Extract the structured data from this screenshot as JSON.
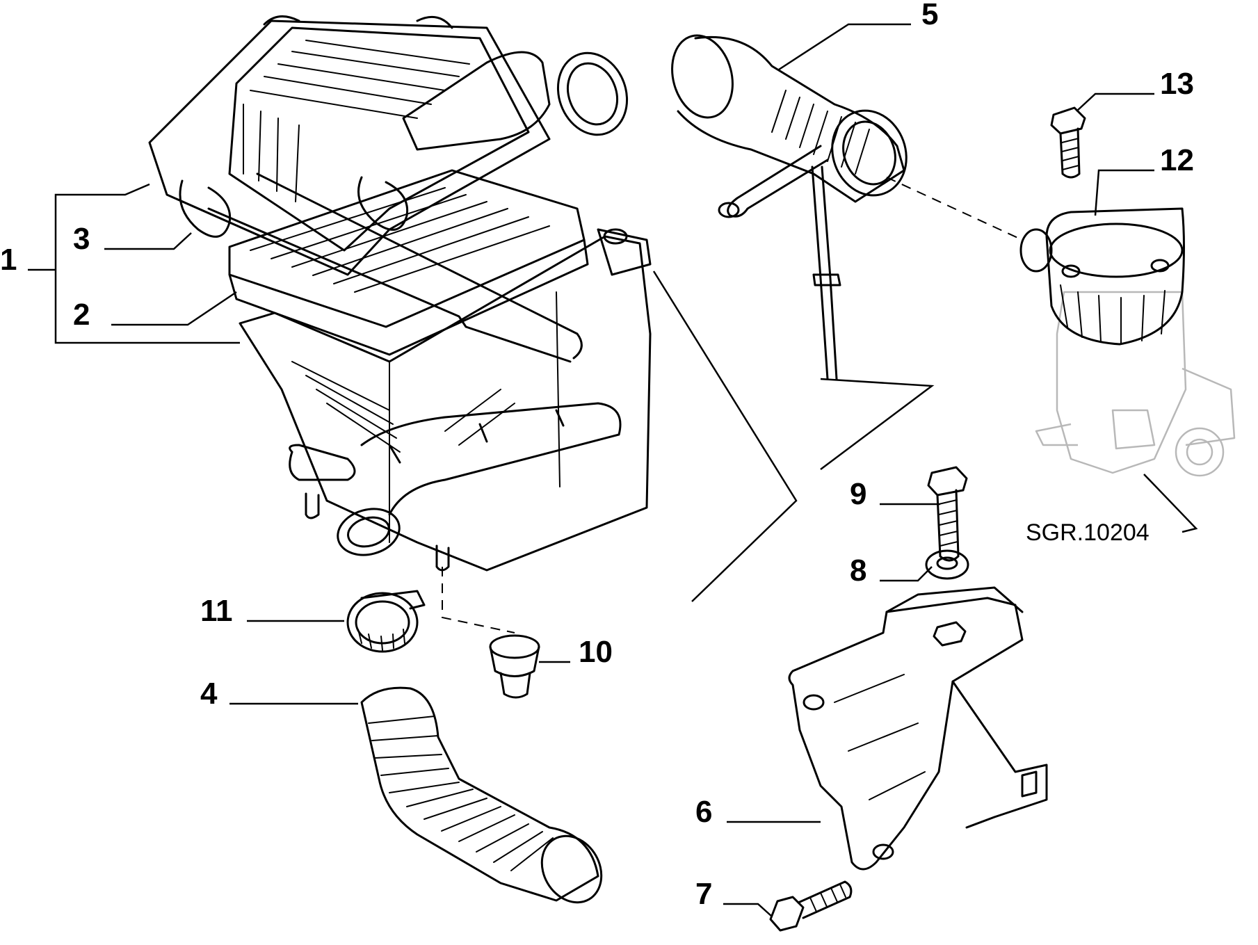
{
  "diagram": {
    "callouts": [
      {
        "id": "1",
        "label": "1"
      },
      {
        "id": "2",
        "label": "2"
      },
      {
        "id": "3",
        "label": "3"
      },
      {
        "id": "4",
        "label": "4"
      },
      {
        "id": "5",
        "label": "5"
      },
      {
        "id": "6",
        "label": "6"
      },
      {
        "id": "7",
        "label": "7"
      },
      {
        "id": "8",
        "label": "8"
      },
      {
        "id": "9",
        "label": "9"
      },
      {
        "id": "10",
        "label": "10"
      },
      {
        "id": "11",
        "label": "11"
      },
      {
        "id": "12",
        "label": "12"
      },
      {
        "id": "13",
        "label": "13"
      }
    ],
    "reference_code": "SGR.10204"
  }
}
